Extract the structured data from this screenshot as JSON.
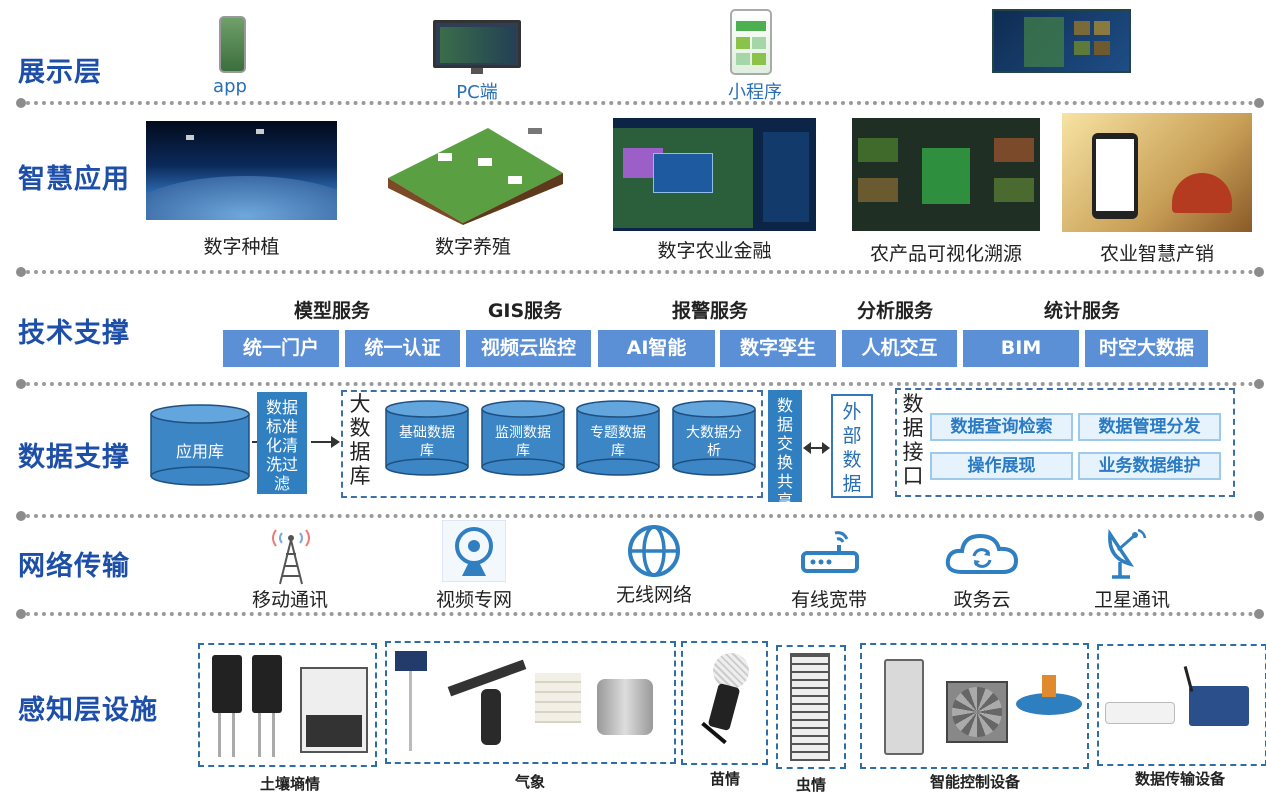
{
  "layers": {
    "display": "展示层",
    "smart_app": "智慧应用",
    "tech": "技术支撑",
    "data": "数据支撑",
    "network": "网络传输",
    "perception": "感知层设施"
  },
  "display": {
    "app": "app",
    "pc": "PC端",
    "mini": "小程序"
  },
  "smart_apps": [
    "数字种植",
    "数字养殖",
    "数字农业金融",
    "农产品可视化溯源",
    "农业智慧产销"
  ],
  "tech": {
    "services": [
      "模型服务",
      "GIS服务",
      "报警服务",
      "分析服务",
      "统计服务"
    ],
    "boxes": [
      "统一门户",
      "统一认证",
      "视频云监控",
      "AI智能",
      "数字孪生",
      "人机交互",
      "BIM",
      "时空大数据"
    ]
  },
  "data": {
    "app_db": "应用库",
    "standardize": "数据标准化清洗过滤",
    "big_db": "大数据库",
    "dbs": [
      "基础数据库",
      "监测数据库",
      "专题数据库",
      "大数据分析"
    ],
    "exchange": "数据交换共享",
    "external": "外部数据",
    "interface": "数据接口",
    "interface_items": [
      "数据查询检索",
      "数据管理分发",
      "操作展现",
      "业务数据维护"
    ]
  },
  "network": [
    "移动通讯",
    "视频专网",
    "无线网络",
    "有线宽带",
    "政务云",
    "卫星通讯"
  ],
  "perception": [
    "土壤墒情",
    "气象",
    "苗情",
    "虫情",
    "智能控制设备",
    "数据传输设备"
  ],
  "colors": {
    "title": "#1e4fa8",
    "service_box": "#5b8fd6",
    "accent_blue": "#2f7fc1",
    "dotted": "#9a9a9a"
  }
}
